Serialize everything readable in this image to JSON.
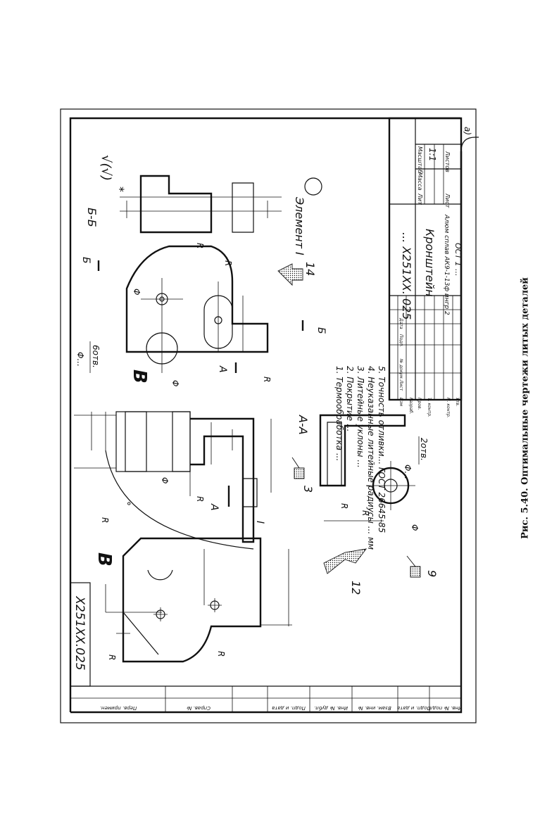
{
  "drawing": {
    "designation_stamp": "X251XX.025",
    "view_b_label": "В",
    "view_b_arrow": "В",
    "section_aa": "А-А",
    "section_bb": "Б-Б",
    "cut_a": "А",
    "cut_b": "Б",
    "element_label": "Элемент",
    "element_roman": "I",
    "roman_one": "I",
    "radius": "R",
    "diameter": "Φ",
    "hole_dia": "Φ...",
    "holes_6": "6отв.",
    "holes_2": "2отв.",
    "marker_3": "3",
    "marker_9": "9",
    "marker_12": "12",
    "marker_14": "14",
    "star": "*",
    "degree": "°",
    "roughness": "√(√)"
  },
  "notes": [
    "1. Термообработка ...",
    "2. Покрытие ...",
    "3. Литейные уклоны ...",
    "4. Неуказанные литейные радиусы ... мм",
    "5. Точность отливки... ГОСТ 26645-85"
  ],
  "title_block": {
    "designation": "... X251XX. 025",
    "part_name": "Кронштейн",
    "material_line1": "Алюм сплав АК9-1-13ф ингр 2",
    "material_line2": "ОСТ 1 ...",
    "lit": "Лит",
    "massa": "Масса",
    "masshtab": "Масштаб",
    "scale_value": "1:1",
    "list": "Лист",
    "listov": "Листов",
    "rows": [
      "Изм",
      "Лист",
      "№ докум.",
      "Подп.",
      "Дата"
    ],
    "roles": [
      "Разраб.",
      "Пров.",
      "Т. контр.",
      "Н. контр.",
      "Утв."
    ]
  },
  "side_strip": [
    "Перв. примен.",
    "Справ. №",
    "Подп. и дата",
    "Инв. № дубл.",
    "Взам. инв. №",
    "Подп. и дата",
    "Инв. № подл."
  ],
  "corner_label": "а)",
  "caption": "Рис. 5.40. Оптимальные чертежи литых деталей"
}
